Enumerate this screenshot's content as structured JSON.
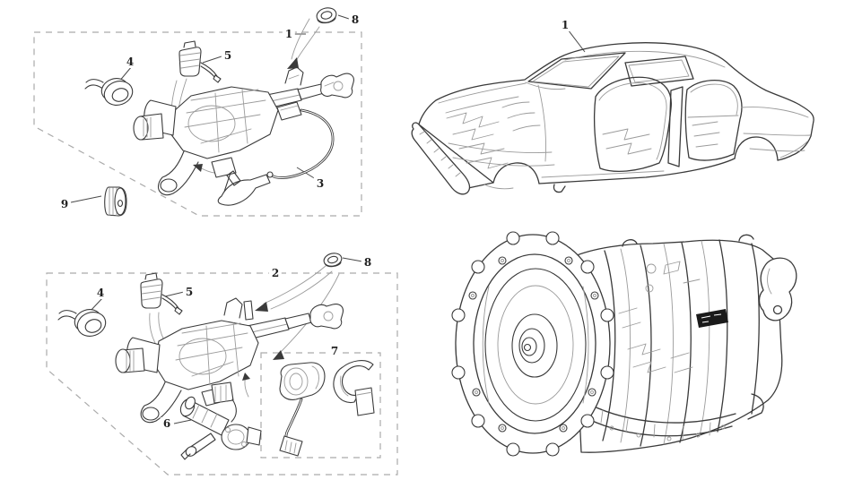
{
  "figure": {
    "type": "automotive-parts-exploded-diagram",
    "background": "#ffffff",
    "line_color": "#3a3a3a",
    "faint_line_color": "#9b9b9b",
    "dashed_border_color": "#ababab",
    "badge_color": "#1a1a1a"
  },
  "callouts": {
    "a1_1": "1",
    "a1_3": "3",
    "a1_4": "4",
    "a1_5": "5",
    "a1_8": "8",
    "a1_9": "9",
    "a2_2": "2",
    "a2_4": "4",
    "a2_5": "5",
    "a2_6": "6",
    "a2_7": "7",
    "a2_8": "8",
    "car_1": "1"
  }
}
